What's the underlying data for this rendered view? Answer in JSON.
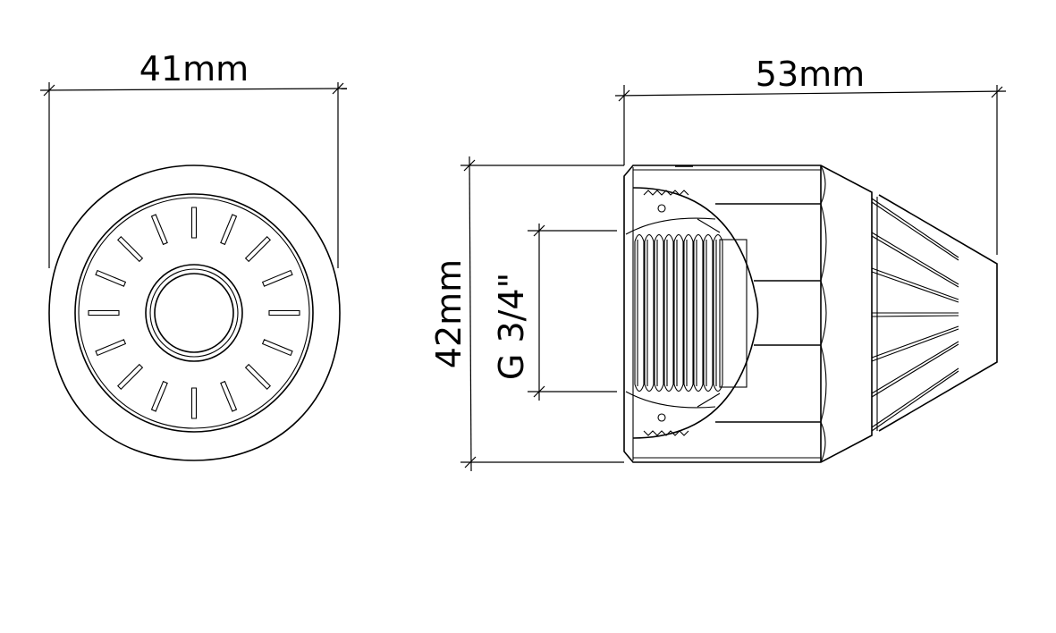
{
  "dimensions": {
    "width_front": "41mm",
    "length_side": "53mm",
    "height_side": "42mm",
    "thread": "G 3/4\""
  },
  "colors": {
    "line": "#000000",
    "background": "#ffffff"
  }
}
